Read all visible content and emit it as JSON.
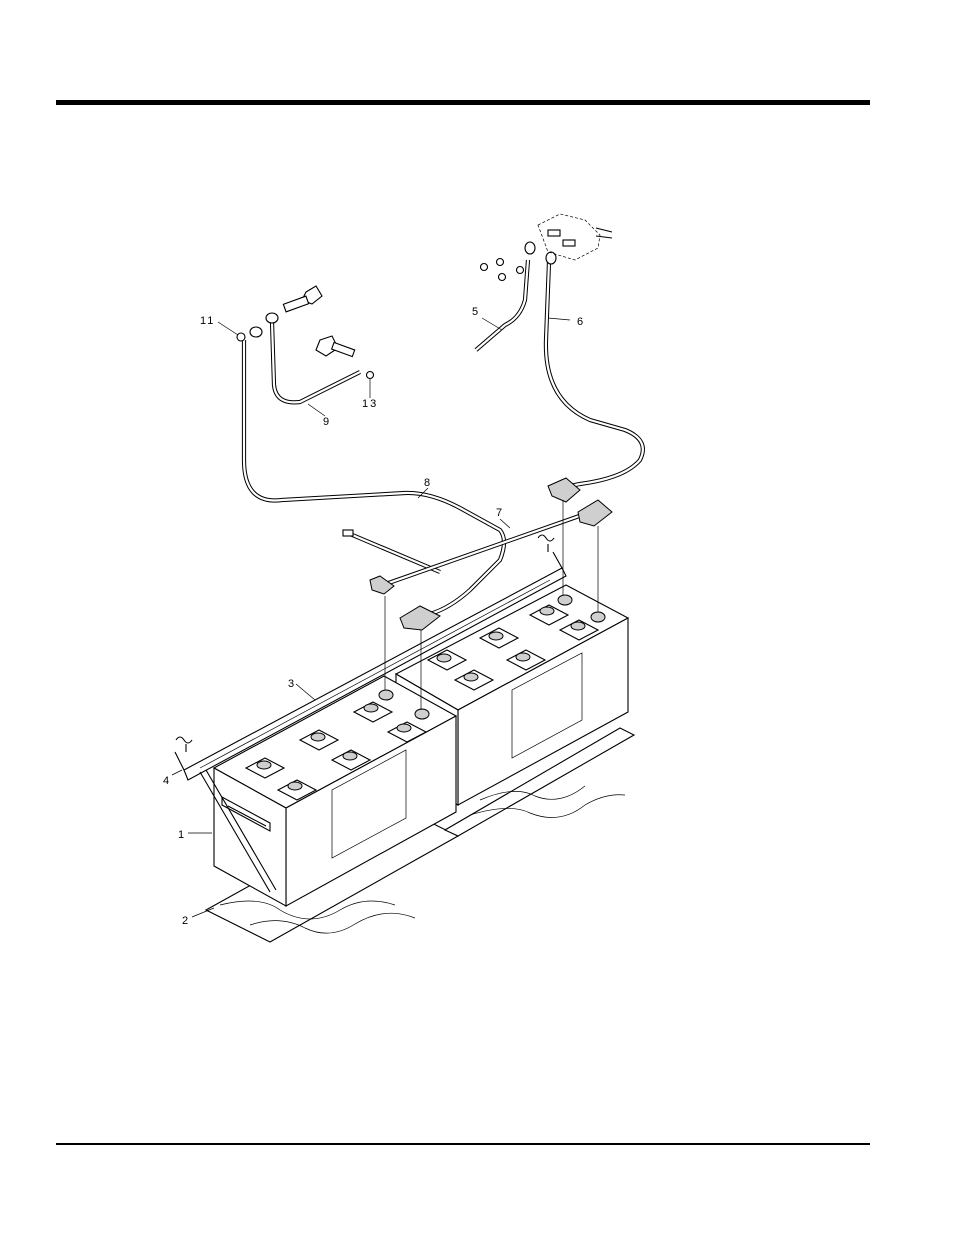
{
  "diagram": {
    "callouts": {
      "c1": "1",
      "c2": "2",
      "c3": "3",
      "c4": "4",
      "c5": "5",
      "c6": "6",
      "c7": "7",
      "c8": "8",
      "c9": "9",
      "c11": "11",
      "c13": "13"
    }
  }
}
